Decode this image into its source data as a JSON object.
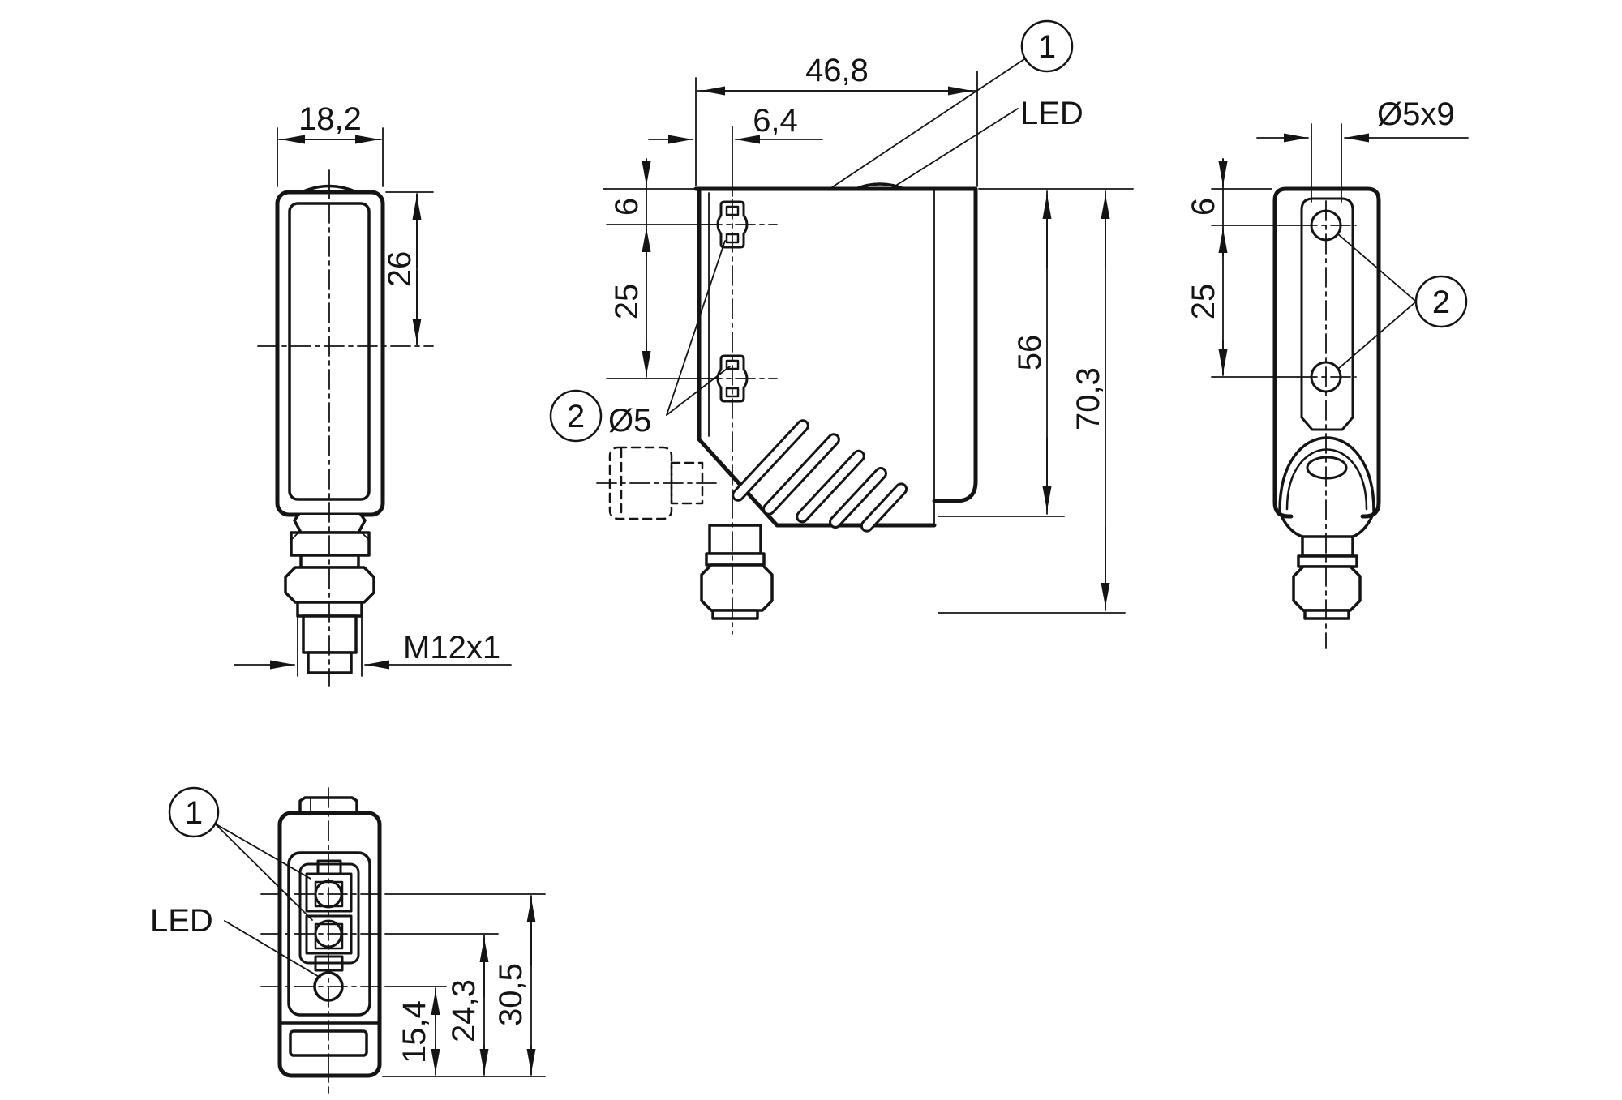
{
  "meta": {
    "drawing_type": "sensor dimensional drawing",
    "unit": "mm",
    "line_color": "#141414",
    "background_color": "#ffffff"
  },
  "front_view": {
    "width": "18,2",
    "window_height": "26",
    "connector_thread": "M12x1"
  },
  "side_view": {
    "depth": "46,8",
    "lens_axis_offset": "6,4",
    "hole_edge_offset": "6",
    "hole_spacing": "25",
    "housing_height": "56",
    "total_height": "70,3",
    "mounting_hole_dia": "Ø5",
    "callout_optics": "1",
    "callout_mounting": "2",
    "led_label": "LED"
  },
  "rear_view": {
    "mounting_hole": "Ø5x9",
    "hole_edge_offset": "6",
    "hole_spacing": "25",
    "callout_mounting": "2"
  },
  "top_view": {
    "led_axis_offset": "15,4",
    "receiver_axis_offset": "24,3",
    "emitter_axis_offset": "30,5",
    "callout_optics": "1",
    "led_label": "LED"
  }
}
